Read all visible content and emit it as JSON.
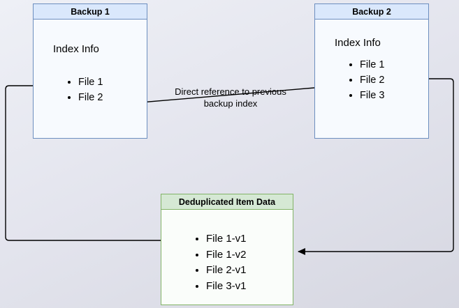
{
  "boxes": {
    "backup1": {
      "title": "Backup 1",
      "subtitle": "Index Info",
      "files": [
        "File 1",
        "File 2"
      ]
    },
    "backup2": {
      "title": "Backup 2",
      "subtitle": "Index Info",
      "files": [
        "File 1",
        "File 2",
        "File 3"
      ]
    },
    "dedup": {
      "title": "Deduplicated Item Data",
      "items": [
        "File 1-v1",
        "File 1-v2",
        "File 2-v1",
        "File 3-v1"
      ]
    }
  },
  "connectors": {
    "direct_reference": {
      "label": "Direct reference to previous backup index"
    }
  },
  "colors": {
    "blue_fill": "#dae8fc",
    "blue_border": "#6c8ebf",
    "green_fill": "#d5e8d4",
    "green_border": "#82b366",
    "arrow": "#000000"
  }
}
